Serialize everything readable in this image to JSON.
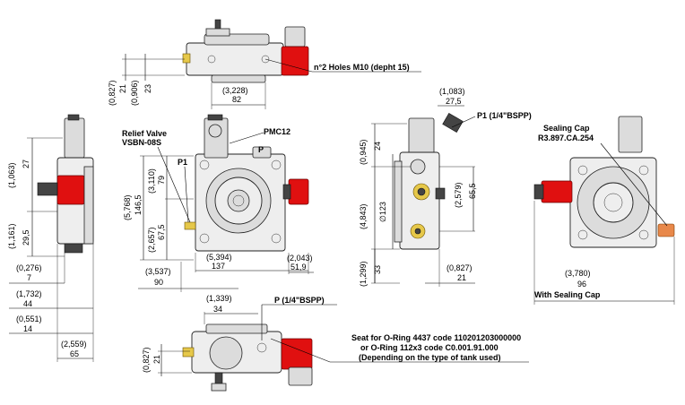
{
  "top_view": {
    "holes_note": "n°2 Holes M10 (depht 15)",
    "width_in": "(3,228)",
    "width_mm": "82",
    "h1_in": "(0,827)",
    "h1_mm": "21",
    "h2_in": "(0,906)",
    "h2_mm": "23"
  },
  "front_view": {
    "relief_valve_label": "Relief Valve",
    "relief_valve_code": "VSBN-08S",
    "pmc_label": "PMC12",
    "p_label": "P",
    "p1_label": "P1",
    "h_total_in": "(5,768)",
    "h_total_mm": "146,5",
    "h_upper_in": "(3,110)",
    "h_upper_mm": "79",
    "h_lower_in": "(2,657)",
    "h_lower_mm": "67,5",
    "w_body_in": "(5,394)",
    "w_body_mm": "137",
    "w_right_in": "(2,043)",
    "w_right_mm": "51,9",
    "w_left_in": "(3,537)",
    "w_left_mm": "90"
  },
  "left_view": {
    "h_top_in": "(1,063)",
    "h_top_mm": "27",
    "h_mid_in": "(1,161)",
    "h_mid_mm": "29,5",
    "d1_in": "(0,276)",
    "d1_mm": "7",
    "d2_in": "(1,732)",
    "d2_mm": "44",
    "d3_in": "(0,551)",
    "d3_mm": "14",
    "d4_in": "(2,559)",
    "d4_mm": "65"
  },
  "side_view": {
    "p1_label": "P1 (1/4\"BSPP)",
    "top_in": "(1,083)",
    "top_mm": "27,5",
    "h_a_in": "(0,945)",
    "h_a_mm": "24",
    "dia_in": "(4,843)",
    "dia_mm": "∅123",
    "h_b_in": "(2,579)",
    "h_b_mm": "65,5",
    "h_c_in": "(1,299)",
    "h_c_mm": "33",
    "w_in": "(0,827)",
    "w_mm": "21"
  },
  "right_view": {
    "sealing_cap_label": "Sealing Cap",
    "sealing_cap_code": "R3.897.CA.254",
    "w_in": "(3,780)",
    "w_mm": "96",
    "w_note": "With Sealing Cap"
  },
  "bottom_view": {
    "p_label": "P (1/4\"BSPP)",
    "w_in": "(1,339)",
    "w_mm": "34",
    "h_in": "(0,827)",
    "h_mm": "21",
    "seat_line1": "Seat for O-Ring 4437 code 110201203000000",
    "seat_line2": "or O-Ring 112x3 code C0.001.91.000",
    "seat_line3": "(Depending on the type of tank used)"
  }
}
